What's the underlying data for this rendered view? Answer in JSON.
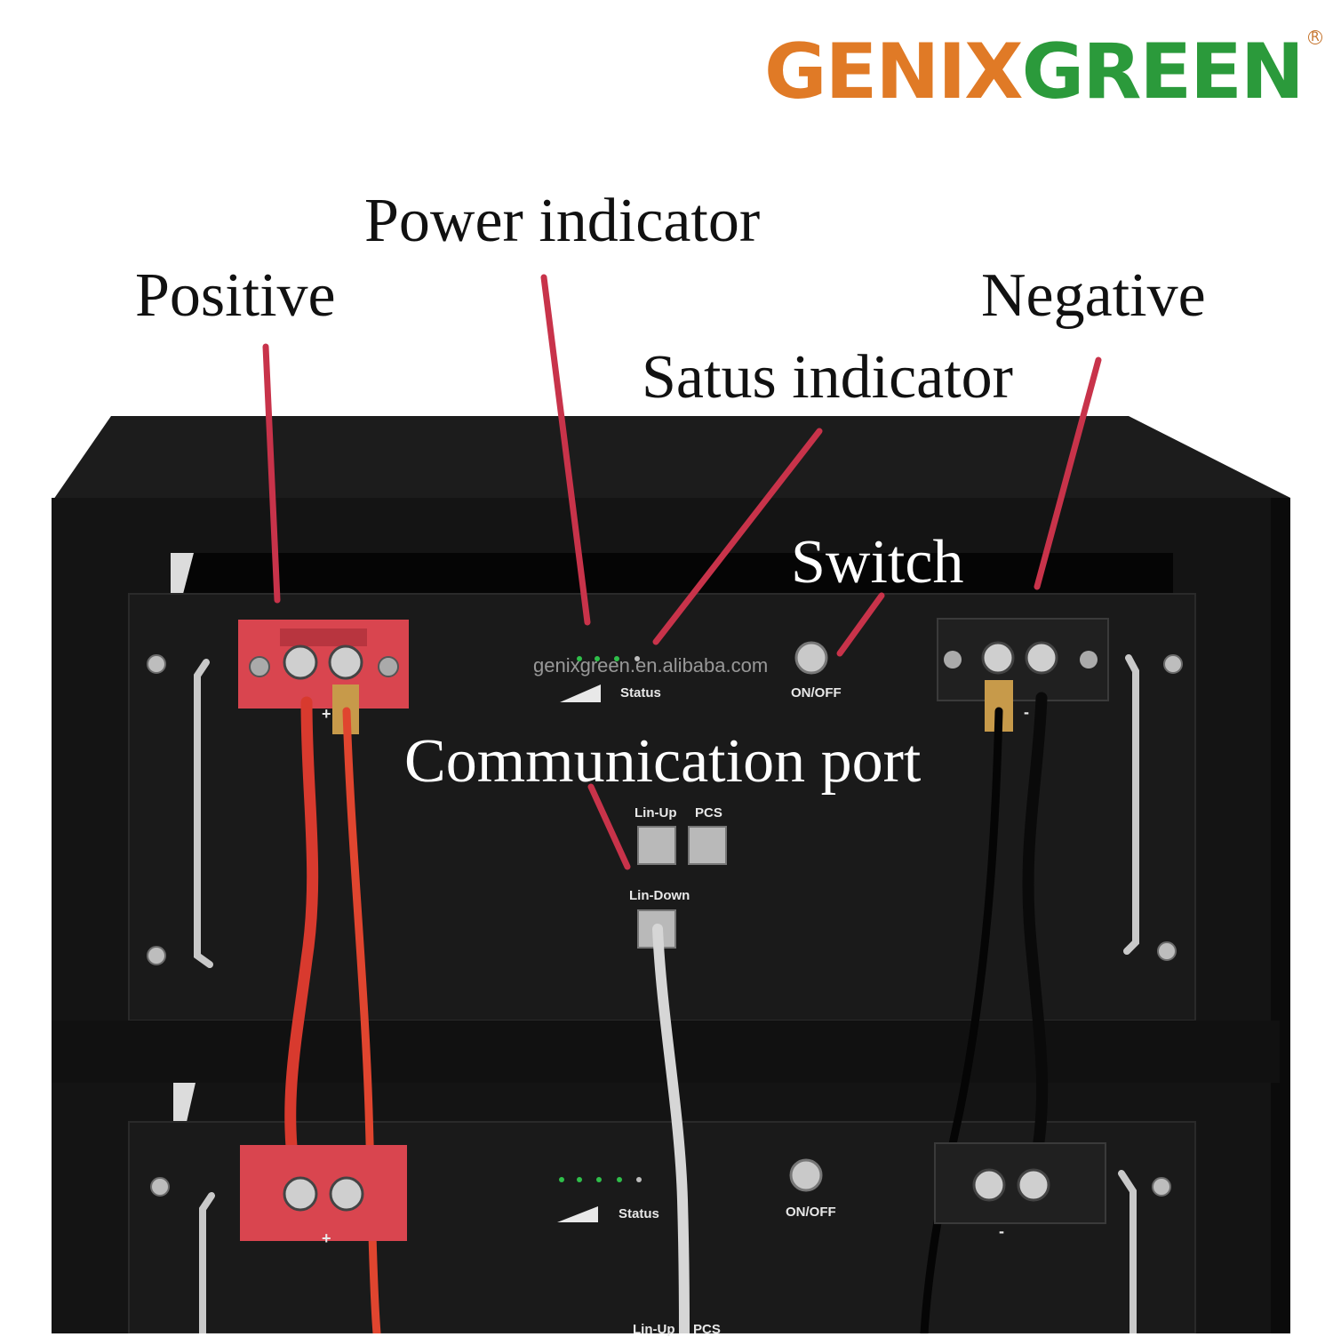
{
  "brand": {
    "part1": "GENIX",
    "part2": "GREEN",
    "registered": "R",
    "color1": "#e07a26",
    "color2": "#2b9a3b"
  },
  "callouts": {
    "power_indicator": "Power indicator",
    "positive": "Positive",
    "negative": "Negative",
    "status_indicator": "Satus indicator",
    "switch": "Switch",
    "communication_port": "Communication port"
  },
  "panel": {
    "watermark": "genixgreen.en.alibaba.com",
    "status": "Status",
    "on_off": "ON/OFF",
    "lin_up": "Lin-Up",
    "pcs": "PCS",
    "lin_down": "Lin-Down",
    "plus": "+",
    "minus": "-"
  },
  "colors": {
    "pointer": "#c8334a",
    "cabinet": "#141414",
    "terminal_positive": "#d9454f",
    "cable_positive": "#d83a2e",
    "led": "#2fbf4a"
  }
}
